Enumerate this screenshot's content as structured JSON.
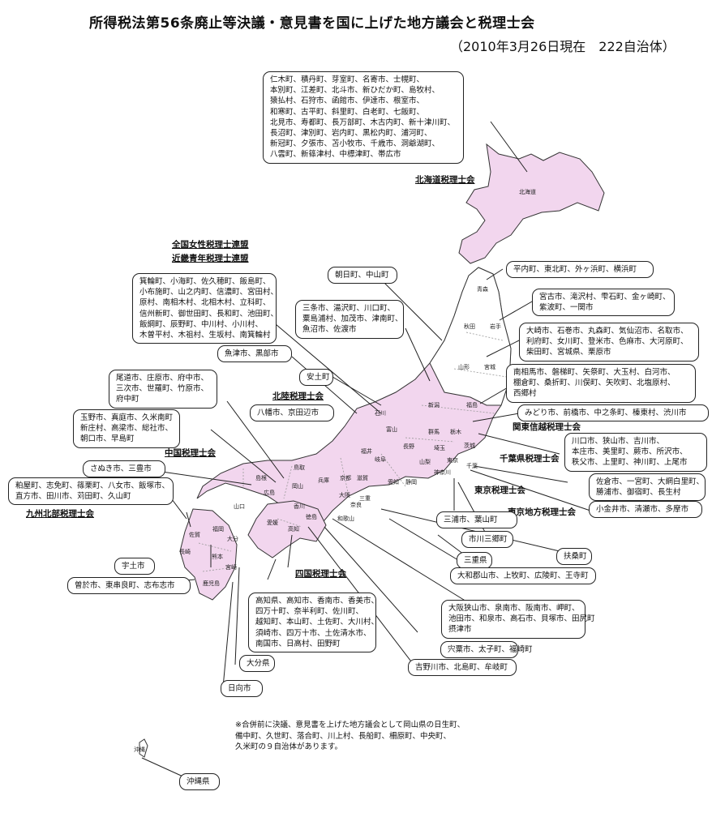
{
  "title": "所得税法第56条廃止等決議・意見書を国に上げた地方議会と税理士会",
  "subtitle": "（2010年3月26日現在　222自治体）",
  "callouts": {
    "hokkaido": [
      "仁木町、積丹町、芽室町、名寄市、士幌町、",
      "本別町、江差町、北斗市、新ひだか町、島牧村、",
      "猿払村、石狩市、函館市、伊達市、根室市、",
      "和寒町、古平町、斜里町、白老町、七飯町、",
      "北見市、寿都町、長万部町、木古内町、新十津川町、",
      "長沼町、津別町、岩内町、黒松内町、浦河町、",
      "新冠町、夕張市、苫小牧市、千歳市、洞爺湖町、",
      "八雲町、新篠津村、中標津町、帯広市"
    ],
    "aomori": [
      "平内町、東北町、外ヶ浜町、横浜町"
    ],
    "iwate": [
      "宮古市、滝沢村、雫石町、金ヶ崎町、",
      "紫波町、一関市"
    ],
    "miyagi": [
      "大崎市、石巻市、丸森町、気仙沼市、名取市、",
      "利府町、女川町、登米市、色麻市、大河原町、",
      "柴田町、宮城県、栗原市"
    ],
    "fukushima": [
      "南相馬市、磐梯町、矢祭町、大玉村、白河市、",
      "棚倉町、桑折町、川俣町、矢吹町、北塩原村、",
      "西郷村"
    ],
    "gunma": [
      "みどり市、前橋市、中之条町、榛東村、渋川市"
    ],
    "saitama": [
      "川口市、狭山市、吉川市、",
      "本庄市、美里町、蕨市、所沢市、",
      "秩父市、上里町、神川町、上尾市"
    ],
    "chiba": [
      "佐倉市、一宮町、大網白里町、",
      "勝浦市、御宿町、長生村"
    ],
    "tokyo": [
      "小金井市、清瀬市、多摩市"
    ],
    "kanagawa": [
      "三浦市、葉山町"
    ],
    "ichikawa": [
      "市川三郷町"
    ],
    "fuso": [
      "扶桑町"
    ],
    "mie": [
      "三重県"
    ],
    "nara": [
      "大和郡山市、上牧町、広陵町、王寺町"
    ],
    "osaka": [
      "大阪狭山市、泉南市、阪南市、岬町、",
      "池田市、和泉市、高石市、貝塚市、田尻町",
      "摂津市"
    ],
    "hyogo": [
      "宍粟市、太子町、福崎町"
    ],
    "yoshinogawa": [
      "吉野川市、北島町、牟岐町"
    ],
    "kochi": [
      "高知県、高知市、香南市、香美市、",
      "四万十町、奈半利町、佐川町、",
      "越知町、本山町、土佐町、大川村、",
      "須崎市、四万十市、土佐清水市、",
      "南国市、日高村、田野町"
    ],
    "oita": [
      "大分県"
    ],
    "hyuga": [
      "日向市"
    ],
    "okinawa": [
      "沖縄県"
    ],
    "soo": [
      "曽於市、東串良町、志布志市"
    ],
    "uto": [
      "宇土市"
    ],
    "fukuoka": [
      "粕屋町、志免町、篠栗町、八女市、飯塚市、",
      "直方市、田川市、苅田町、久山町"
    ],
    "kagawa": [
      "さぬき市、三豊市"
    ],
    "okayama": [
      "玉野市、真庭市、久米南町",
      "新庄村、高梁市、総社市、",
      "朝口市、早島町"
    ],
    "hiroshima": [
      "尾道市、庄原市、府中市、",
      "三次市、世羅町、竹原市、",
      "府中町"
    ],
    "toyama": [
      "魚津市、黒部市"
    ],
    "nagano": [
      "箕輪町、小海町、佐久穂町、飯島町、",
      "小布施町、山之内町、信濃町、宮田村、",
      "原村、南相木村、北相木村、立科町、",
      "信州新町、御世田町、長和町、池田町、",
      "飯綱町、辰野町、中川村、小川村、",
      "木曽平村、木祖村、生坂村、南箕輪村"
    ],
    "niigata": [
      "三条市、湯沢町、川口町、",
      "粟島浦村、加茂市、津南町、",
      "魚沼市、佐渡市"
    ],
    "akita": [
      "朝日町、中山町"
    ],
    "ishikawa_anamizu": [
      "安土町"
    ],
    "ishikawa": [
      "八幡市、京田辺市"
    ]
  },
  "tags": {
    "hokkaido_tax": "北海道税理士会",
    "zenkoku": "全国女性税理士連盟",
    "kinki": "近畿青年税理士連盟",
    "hokuriku": "北陸税理士会",
    "chugoku": "中国税理士会",
    "kyushu": "九州北部税理士会",
    "shikoku": "四国税理士会",
    "kanto": "関東信越税理士会",
    "chiba_tax": "千葉県税理士会",
    "tokyo_tax": "東京税理士会",
    "tokyo_chiho": "東京地方税理士会"
  },
  "prefs": [
    "北海道",
    "青森",
    "秋田",
    "岩手",
    "山形",
    "宮城",
    "福島",
    "新潟",
    "石川",
    "富山",
    "群馬",
    "栃木",
    "茨城",
    "長野",
    "埼玉",
    "東京",
    "山梨",
    "千葉",
    "神奈川",
    "静岡",
    "福井",
    "岐阜",
    "愛知",
    "京都",
    "滋賀",
    "三重",
    "兵庫",
    "大阪",
    "奈良",
    "和歌山",
    "鳥取",
    "島根",
    "岡山",
    "広島",
    "山口",
    "香川",
    "徳島",
    "愛媛",
    "高知",
    "福岡",
    "佐賀",
    "長崎",
    "大分",
    "熊本",
    "宮崎",
    "鹿児島",
    "沖縄"
  ],
  "note": [
    "※合併前に決議、意見書を上げた地方議会として岡山県の日生町、",
    "備中町、久世町、落合町、川上村、長船町、柵原町、中央町、",
    "久米町の９自治体があります。"
  ],
  "colors": {
    "highlight": "#f2d6ee",
    "outline": "#333333"
  }
}
